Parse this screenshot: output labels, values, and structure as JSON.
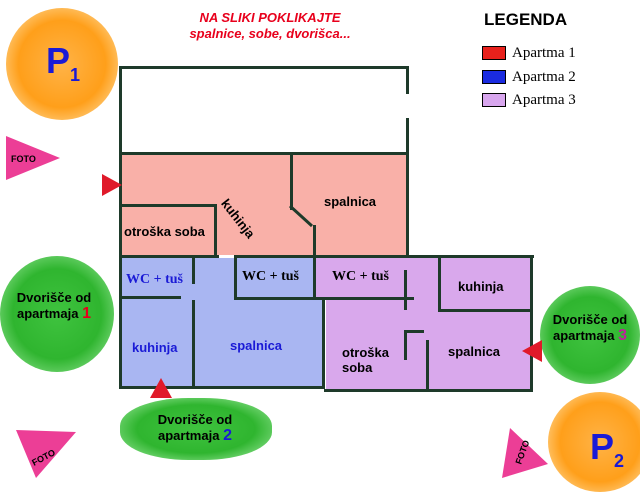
{
  "instruction": {
    "line1": "NA SLIKI POKLIKAJTE",
    "line2": "spalnice, sobe, dvorišca..."
  },
  "legend": {
    "title": "LEGENDA",
    "items": [
      {
        "label": "Apartma 1",
        "color": "#e8211c"
      },
      {
        "label": "Apartma 2",
        "color": "#1a2be0"
      },
      {
        "label": "Apartma 3",
        "color": "#d8a6ee"
      }
    ]
  },
  "parking": {
    "p1": {
      "letter": "P",
      "num": "1"
    },
    "p2": {
      "letter": "P",
      "num": "2"
    }
  },
  "photo_label": "FOTO",
  "yards": {
    "y1": {
      "text": "Dvorišče od apartmaja",
      "num": "1",
      "num_color": "#e8001c"
    },
    "y2": {
      "text": "Dvorišče od apartmaja",
      "num": "2",
      "num_color": "#1a1ad6"
    },
    "y3": {
      "text": "Dvorišče od apartmaja",
      "num": "3",
      "num_color": "#c0209a"
    }
  },
  "rooms": {
    "a1_kitchen": "kuhinja",
    "a1_bedroom": "spalnica",
    "a1_kids": "otroška soba",
    "a1_wc": "WC + tuš",
    "a2_wc": "WC + tuš",
    "a2_kitchen": "kuhinja",
    "a2_bedroom": "spalnica",
    "a3_wc": "WC + tuš",
    "a3_kitchen": "kuhinja",
    "a3_kids": "otroška soba",
    "a3_bedroom": "spalnica"
  }
}
